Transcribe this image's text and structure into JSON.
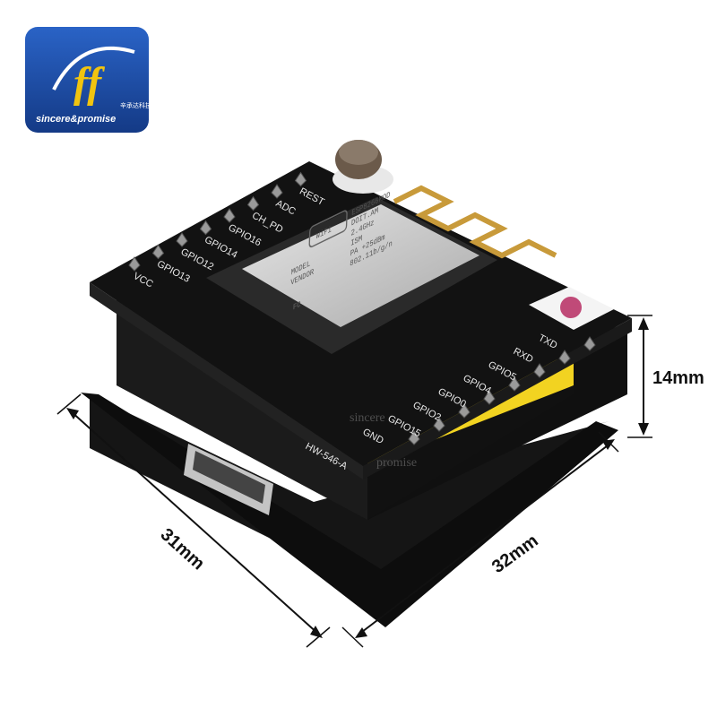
{
  "logo": {
    "brand_text": "sincere&promise",
    "cn_text": "辛承达科技",
    "accent": "#1f4fa8"
  },
  "watermark": {
    "line1": "sincere",
    "line2": "promise"
  },
  "dimensions": {
    "height": "14mm",
    "width_left": "31mm",
    "width_right": "32mm"
  },
  "board": {
    "label_model": "HW-546-A",
    "left_pins": [
      "VCC",
      "GPIO13",
      "GPIO12",
      "GPIO14",
      "GPIO16",
      "CH_PD",
      "ADC",
      "REST"
    ],
    "right_pins": [
      "GND",
      "GPIO15",
      "GPIO2",
      "GPIO0",
      "GPIO4",
      "GPIO5",
      "RXD",
      "TXD"
    ],
    "module": {
      "wifi_badge": "WiFi",
      "lines": [
        "ESP8266MOD",
        "DOIT.AM",
        "2.4GHz",
        "ISM",
        "PA +25dBm",
        "802.11b/g/n"
      ],
      "model_label": "MODEL",
      "vendor_label": "VENDOR",
      "fc_mark": "FC"
    },
    "colors": {
      "pcb": "#121212",
      "header": "#f2d321",
      "shield": "#cfcfcf",
      "antenna": "#c89a3a",
      "usb": "#b8b8b8"
    }
  }
}
